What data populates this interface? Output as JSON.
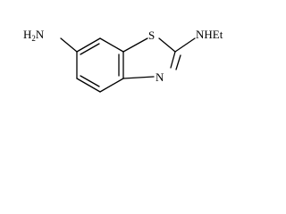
{
  "structure": {
    "labels": {
      "amine": "H2N",
      "amine_h": "H",
      "amine_sub": "2",
      "amine_n": "N",
      "sulfur": "S",
      "ethylamino": "NHEt",
      "ring_nitrogen": "N"
    },
    "colors": {
      "bond": "#000000",
      "text": "#000000"
    }
  }
}
